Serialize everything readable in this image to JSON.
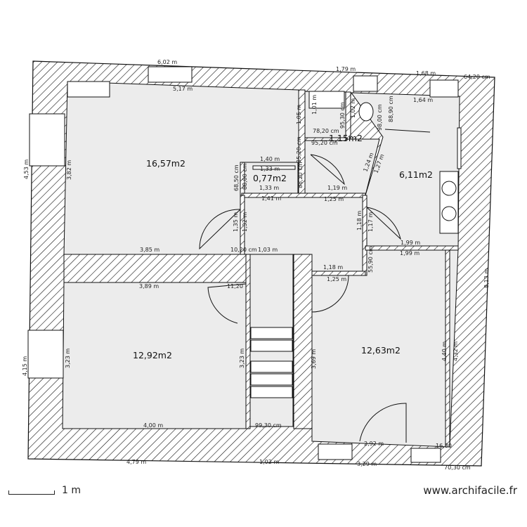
{
  "rooms": [
    {
      "id": "living",
      "area": "16,57m2"
    },
    {
      "id": "toilet",
      "area": "0,77m2"
    },
    {
      "id": "wc",
      "area": "1,15m2"
    },
    {
      "id": "bathroom",
      "area": "6,11m2"
    },
    {
      "id": "bedroom-left",
      "area": "12,92m2"
    },
    {
      "id": "bedroom-right",
      "area": "12,63m2"
    }
  ],
  "dims": {
    "top_6_02": "6,02 m",
    "top_5_17": "5,17 m",
    "top_1_79": "1,79 m",
    "top_1_68": "1,68 m",
    "top_64_20": "64,20 cm",
    "top_1_64": "1,64 m",
    "left_4_53": "4,53 m",
    "left_3_82": "3,82 m",
    "left_4_15": "4,15 m",
    "left_3_23": "3,23 m",
    "d1_05": "1,05 m",
    "d1_01": "1,01 m",
    "d1_02": "1,02 m",
    "d95_30": "95,30 cm",
    "d98_00": "98,00 cm",
    "d88_90": "88,90 cm",
    "d78_20": "78,20 cm",
    "d95_20a": "95,20 cm",
    "d95_20b": "95,20 cm",
    "d1_40": "1,40 m",
    "d1_33a": "1,33 m",
    "d1_33b": "1,33 m",
    "d68_50": "68,50 cm",
    "d88_00": "88,00 cm",
    "d88_20": "88,20 cm",
    "d1_19": "1,19 m",
    "d1_41": "1,41 m",
    "d1_25a": "1,25 m",
    "d1_24": "1,24 m",
    "d1_27": "1,27 m",
    "d1_35": "1,35 m",
    "d1_32": "1,32 m",
    "d1_18a": "1,18 m",
    "d1_17": "1,17 m",
    "d1_99a": "1,99 m",
    "d1_99b": "1,99 m",
    "d3_85": "3,85 m",
    "d10_20": "10,20 cm",
    "d1_03": "1,03 m",
    "d3_89": "3,89 m",
    "d11_20": "11,20",
    "d1_18b": "1,18 m",
    "d1_25b": "1,25 m",
    "d55_90": "55,90 cm",
    "d8_13": "8,13 m",
    "d3_23b": "3,23 m",
    "d3_69": "3,69 m",
    "d4_40": "4,40 m",
    "d4_32": "4,32 m",
    "d4_00": "4,00 m",
    "d99_30": "99,30 cm",
    "d2_92": "2,92 m",
    "d16_80": "16,80",
    "d4_79": "4,79 m",
    "d1_02b": "1,02 m",
    "d3_29": "3,29 m",
    "d70_30": "70,30 cm"
  },
  "scale": {
    "label": "1 m"
  },
  "watermark": "www.archifacile.fr",
  "colors": {
    "room_fill": "#ececec",
    "wall_stroke": "#111111",
    "hatch": "#111111",
    "background": "#ffffff"
  }
}
